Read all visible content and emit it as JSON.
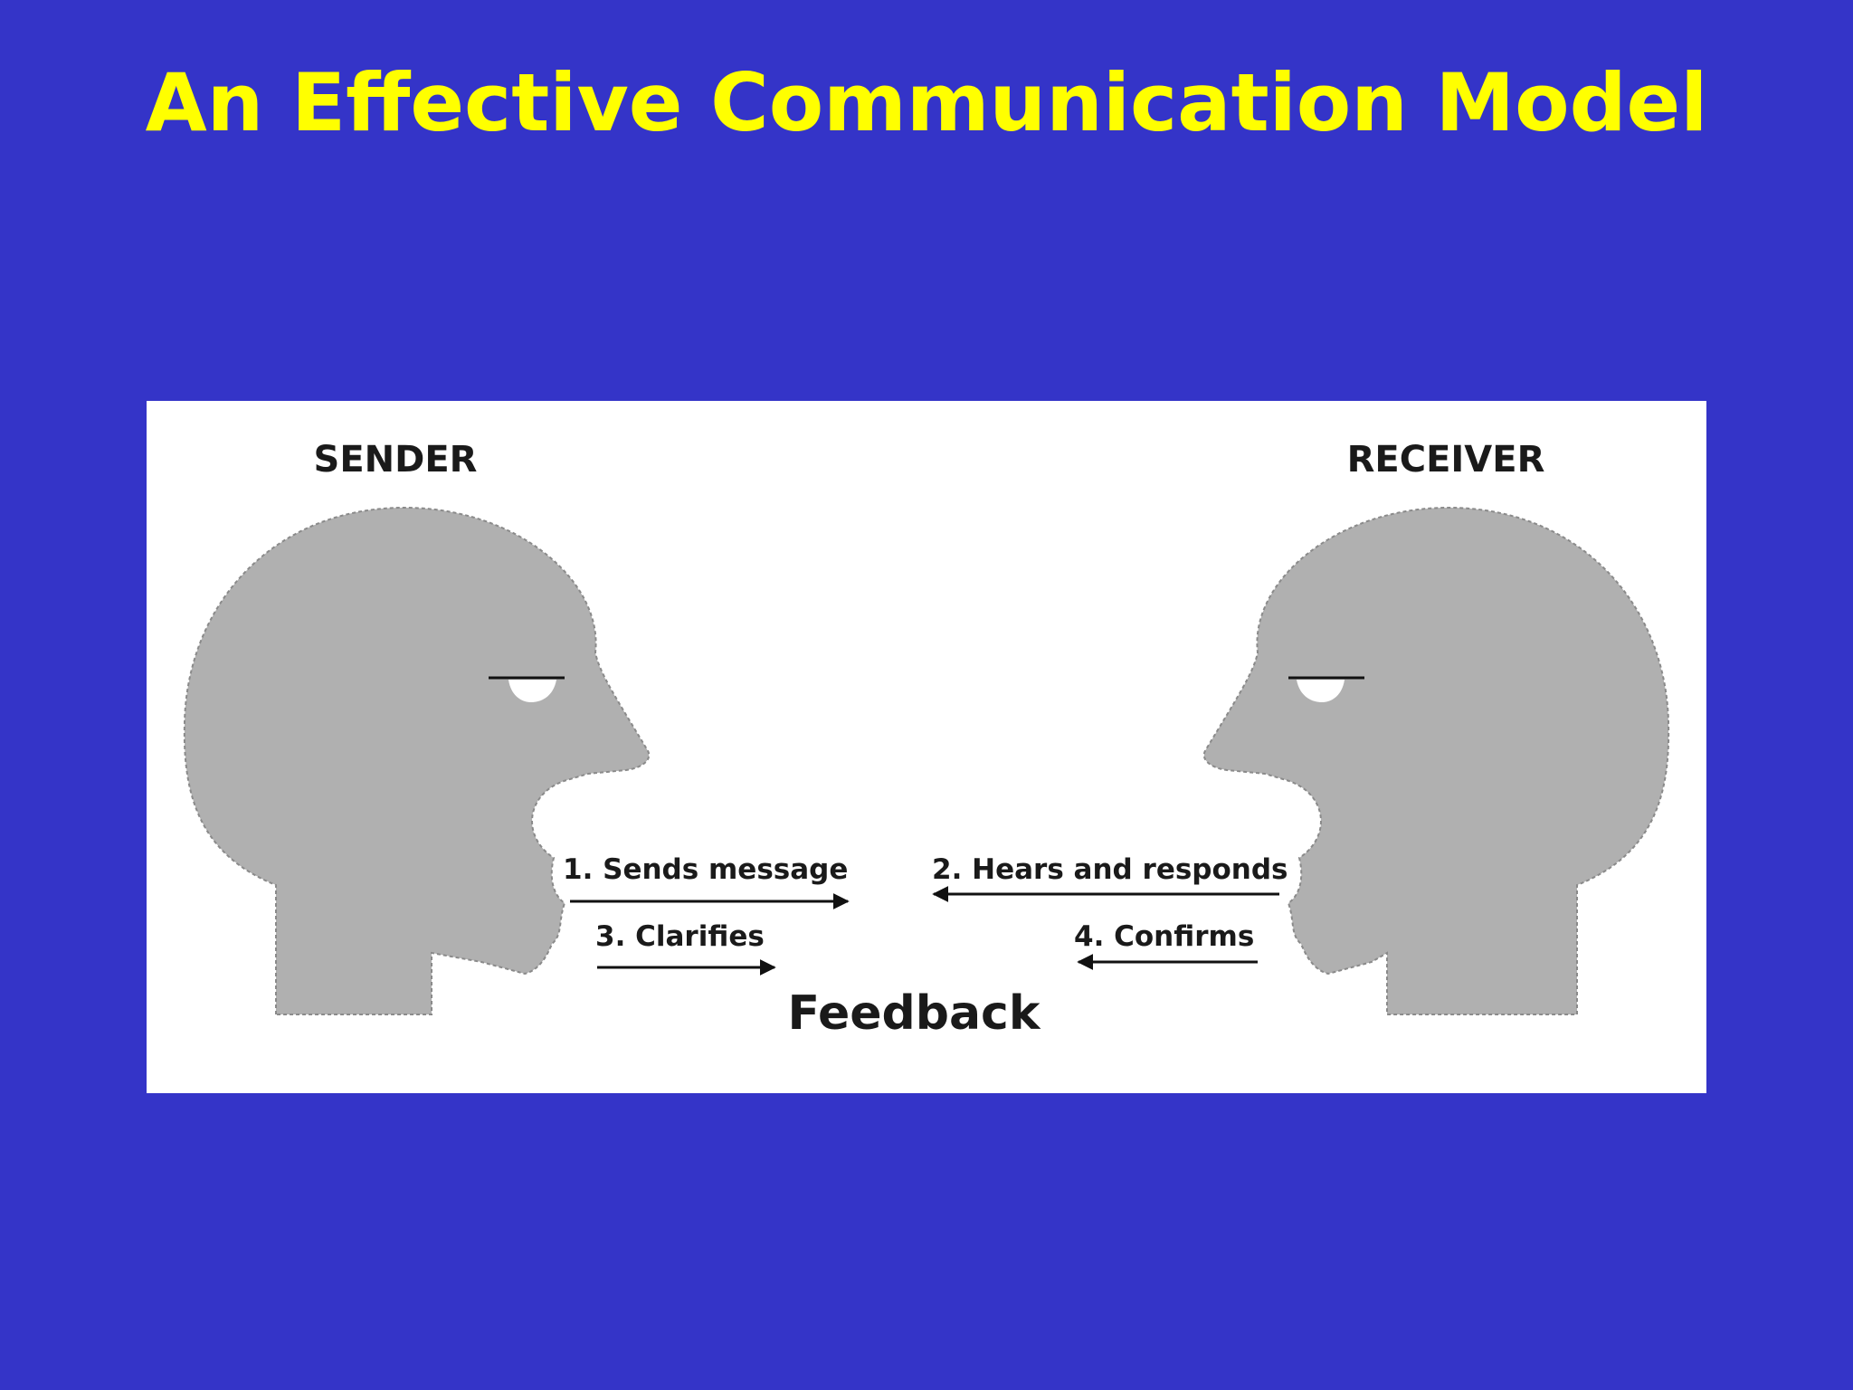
{
  "slide": {
    "title": "An Effective Communication Model",
    "background_color": "#3434c8",
    "title_color": "#ffff00"
  },
  "diagram": {
    "panel_color": "#ffffff",
    "head_color": "#b0b0b0",
    "sender_label": "SENDER",
    "receiver_label": "RECEIVER",
    "steps": [
      {
        "text": "1. Sends message",
        "direction": "to-receiver"
      },
      {
        "text": "2. Hears and responds",
        "direction": "to-sender"
      },
      {
        "text": "3. Clarifies",
        "direction": "to-receiver"
      },
      {
        "text": "4. Confirms",
        "direction": "to-sender"
      }
    ],
    "feedback_label": "Feedback"
  }
}
